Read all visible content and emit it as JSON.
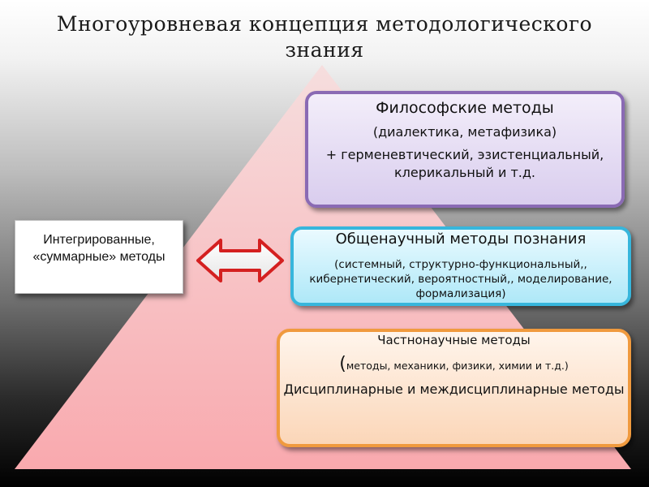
{
  "title": "Многоуровневая концепция методологического знания",
  "colors": {
    "pyramid_top": "#f6dede",
    "pyramid_bottom": "#f9a9ae",
    "philosophical_border": "#8a6ab4",
    "general_scientific_border": "#37b6dc",
    "specific_scientific_border": "#f09a3e",
    "arrow_stroke": "#d42020"
  },
  "philosophical": {
    "heading": "Философские методы",
    "examples": "(диалектика, метафизика)",
    "addition": "+ герменевтический, эзистенциальный, клерикальный и т.д."
  },
  "general_scientific": {
    "heading": "Общенаучный методы познания",
    "examples": "(системный, структурно-функциональный,, кибернетический, вероятностный,, моделирование, формализация)"
  },
  "specific_scientific": {
    "heading": "Частнонаучные  методы",
    "paren_open": "(",
    "examples": "методы, механики, физики, химии и т.д.)",
    "disciplinary": "Дисциплинарные и междисциплинарные методы"
  },
  "integrated": {
    "label": "Интегрированные, «суммарные» методы"
  },
  "arrow": {
    "icon": "double-headed-arrow-icon"
  }
}
